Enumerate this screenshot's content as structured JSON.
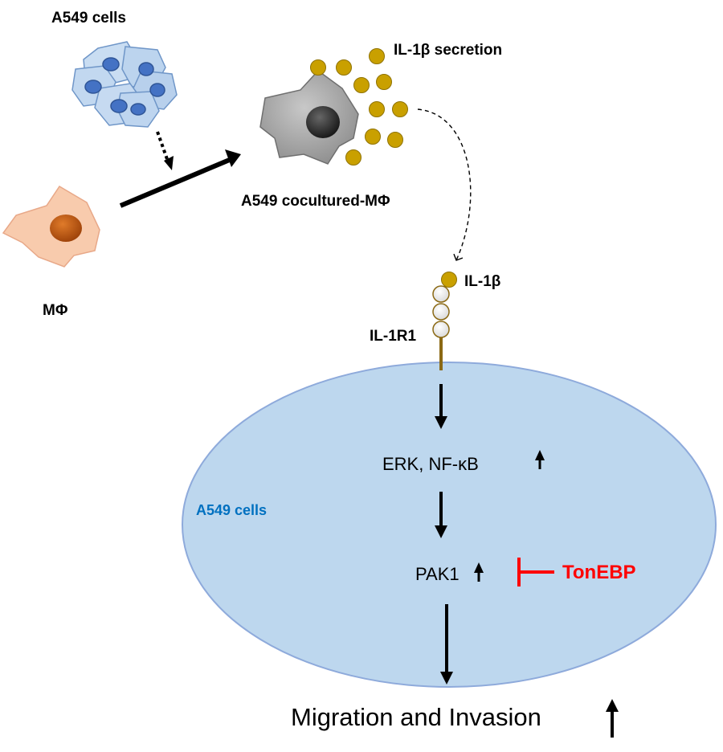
{
  "labels": {
    "a549_cells_top": "A549 cells",
    "il1b_secretion": "IL-1β secretion",
    "cocultured_macrophage": "A549 cocultured-MΦ",
    "macrophage": "MΦ",
    "il1b": "IL-1β",
    "il1r1": "IL-1R1",
    "erk_nfkb": "ERK, NF-κB",
    "a549_cells_inner": "A549 cells",
    "pak1": "PAK1",
    "tonebp": "TonEBP",
    "outcome": "Migration and Invasion"
  },
  "colors": {
    "cell_fill": "#bdd7ee",
    "cell_stroke": "#8eaadb",
    "il1b_dot": "#c9a000",
    "inhibitor": "#ff0000",
    "inner_label": "#0070c0",
    "macrophage_fill": "#f8cbad",
    "macrophage_nucleus": "#c55a11",
    "cocultured_fill": "#a6a6a6",
    "receptor_stem": "#8b6914"
  }
}
